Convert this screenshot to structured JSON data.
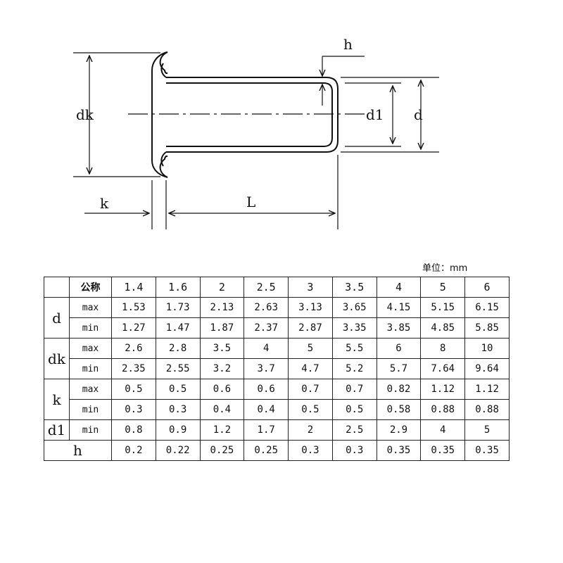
{
  "drawing": {
    "labels": {
      "h": "h",
      "dk": "dk",
      "d1": "d1",
      "d": "d",
      "k": "k",
      "L": "L"
    }
  },
  "unit_label": "单位：mm",
  "table": {
    "header": {
      "label": "公称",
      "sizes": [
        "1.4",
        "1.6",
        "2",
        "2.5",
        "3",
        "3.5",
        "4",
        "5",
        "6"
      ]
    },
    "groups": [
      {
        "param": "d",
        "rows": [
          {
            "label": "max",
            "values": [
              "1.53",
              "1.73",
              "2.13",
              "2.63",
              "3.13",
              "3.65",
              "4.15",
              "5.15",
              "6.15"
            ]
          },
          {
            "label": "min",
            "values": [
              "1.27",
              "1.47",
              "1.87",
              "2.37",
              "2.87",
              "3.35",
              "3.85",
              "4.85",
              "5.85"
            ]
          }
        ]
      },
      {
        "param": "dk",
        "rows": [
          {
            "label": "max",
            "values": [
              "2.6",
              "2.8",
              "3.5",
              "4",
              "5",
              "5.5",
              "6",
              "8",
              "10"
            ]
          },
          {
            "label": "min",
            "values": [
              "2.35",
              "2.55",
              "3.2",
              "3.7",
              "4.7",
              "5.2",
              "5.7",
              "7.64",
              "9.64"
            ]
          }
        ]
      },
      {
        "param": "k",
        "rows": [
          {
            "label": "max",
            "values": [
              "0.5",
              "0.5",
              "0.6",
              "0.6",
              "0.7",
              "0.7",
              "0.82",
              "1.12",
              "1.12"
            ]
          },
          {
            "label": "min",
            "values": [
              "0.3",
              "0.3",
              "0.4",
              "0.4",
              "0.5",
              "0.5",
              "0.58",
              "0.88",
              "0.88"
            ]
          }
        ]
      },
      {
        "param": "d1",
        "rows": [
          {
            "label": "min",
            "values": [
              "0.8",
              "0.9",
              "1.2",
              "1.7",
              "2",
              "2.5",
              "2.9",
              "4",
              "5"
            ]
          }
        ]
      },
      {
        "param": "h",
        "rows": [
          {
            "label": "",
            "values": [
              "0.2",
              "0.22",
              "0.25",
              "0.25",
              "0.3",
              "0.3",
              "0.35",
              "0.35",
              "0.35"
            ]
          }
        ]
      }
    ]
  }
}
